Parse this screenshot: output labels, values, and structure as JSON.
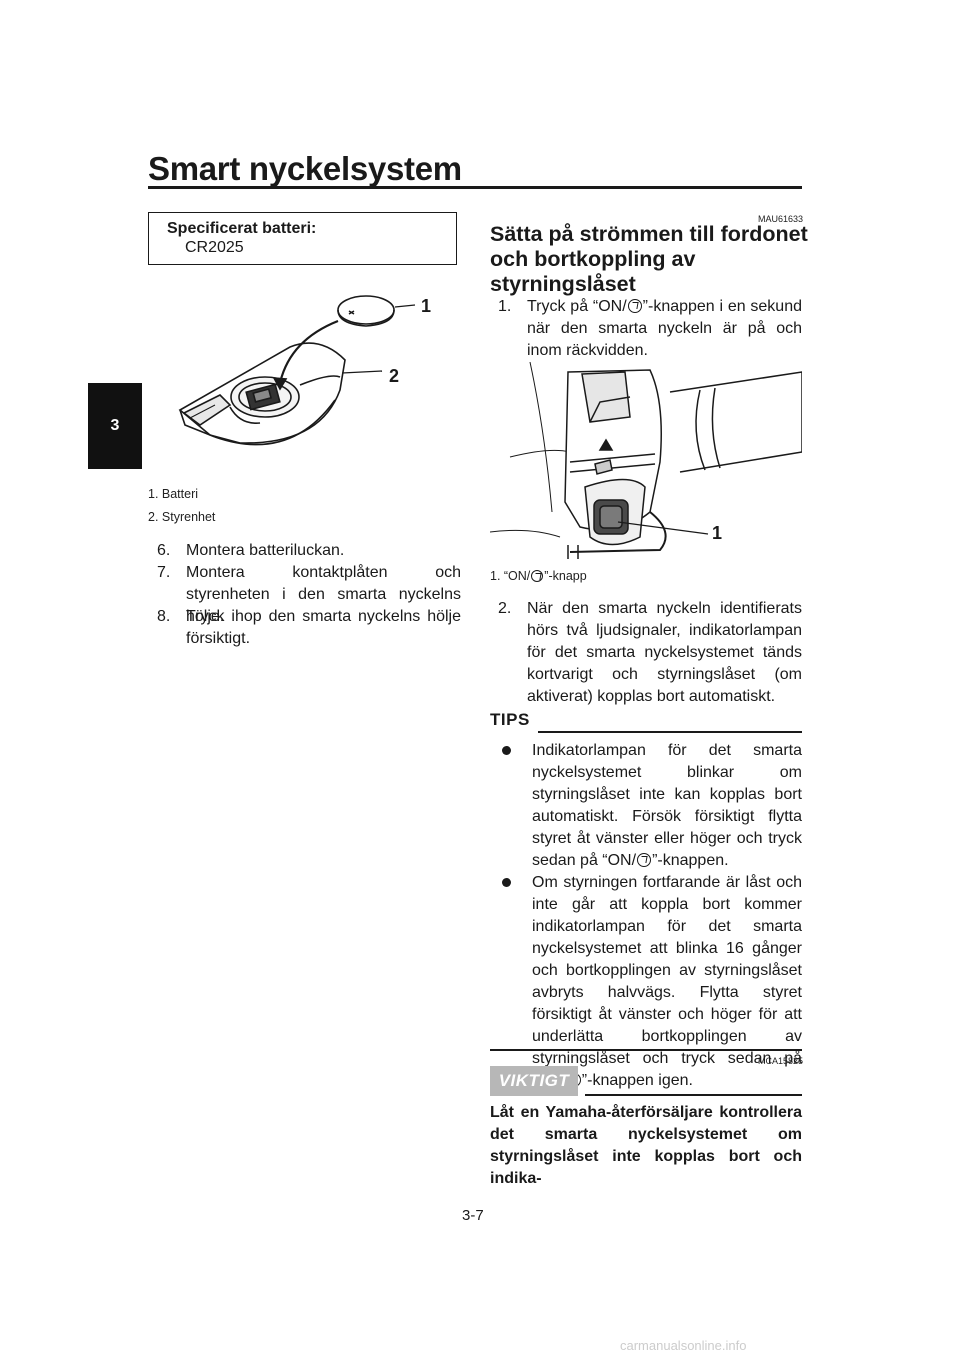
{
  "page": {
    "title": "Smart nyckelsystem",
    "chapter": "3",
    "page_number": "3-7",
    "footer": "carmanualsonline.info"
  },
  "spec": {
    "label": "Specificerat batteri:",
    "value": "CR2025"
  },
  "figure1": {
    "callouts": [
      "1",
      "2"
    ],
    "legend": [
      "1.  Batteri",
      "2.  Styrenhet"
    ]
  },
  "left_steps": [
    {
      "n": "6.",
      "text": "Montera batteriluckan."
    },
    {
      "n": "7.",
      "text": "Montera kontaktplåten och styrenheten i den smarta nyckelns hölje."
    },
    {
      "n": "8.",
      "text": "Tryck ihop den smarta nyckelns hölje försiktigt."
    }
  ],
  "section": {
    "code": "MAU61633",
    "heading": "Sätta på strömmen till fordonet och bortkoppling av styrningslåset",
    "step1": {
      "n": "1.",
      "before": "Tryck på “ON/",
      "after": "”-knappen i en sekund när den smarta nyckeln är på och inom räckvidden."
    },
    "figure2": {
      "callout": "1",
      "legend_before": "1.  “ON/",
      "legend_after": "”-knapp"
    },
    "step2": {
      "n": "2.",
      "text": "När den smarta nyckeln identifierats hörs två ljudsignaler, indikatorlampan för det smarta nyckelsystemet tänds kortvarigt och styrningslåset (om aktiverat) kopplas bort automatiskt."
    }
  },
  "tips": {
    "heading": "TIPS",
    "bullet1_before": "Indikatorlampan för det smarta nyckelsystemet blinkar om styrningslåset inte kan kopplas bort automatiskt. Försök försiktigt flytta styret åt vänster eller höger och tryck sedan på “ON/",
    "bullet1_after": "”-knappen.",
    "bullet2_before": "Om styrningen fortfarande är låst och inte går att koppla bort kommer indikatorlampan för det smarta nyckelsystemet att blinka 16 gånger och bortkopplingen av styrningslåset avbryts halvvägs. Flytta styret försiktigt åt vänster och höger för att underlätta bortkopplingen av styrningslåset och tryck sedan på “ON/",
    "bullet2_after": "”-knappen igen."
  },
  "notice": {
    "code": "MCA15825",
    "badge": "VIKTIGT",
    "text": "Låt en Yamaha-återförsäljare kontrollera det smarta nyckelsystemet om styrningslåset inte kopplas bort och indika-"
  }
}
